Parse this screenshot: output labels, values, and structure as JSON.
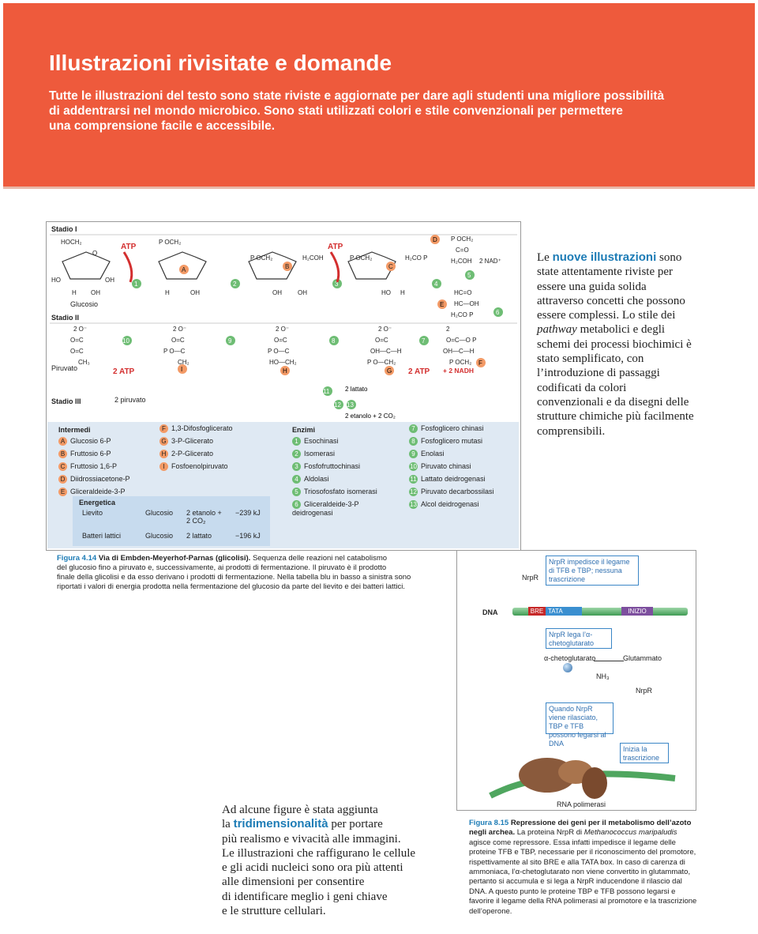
{
  "banner": {
    "title": "Illustrazioni rivisitate e domande",
    "intro_lines": [
      "Tutte le illustrazioni del testo sono state riviste e aggiornate per dare agli studenti una migliore possibilità",
      "di addentrarsi nel mondo microbico. Sono stati utilizzati colori e stile convenzionali per permettere",
      "una comprensione facile e accessibile."
    ]
  },
  "figure_glycolysis": {
    "stages": {
      "stage1": "Stadio I",
      "stage2": "Stadio II",
      "stage3": "Stadio III"
    },
    "labels": {
      "glucose": "Glucosio",
      "pyruvate": "Piruvato",
      "two_pyruvate": "2 piruvato",
      "atp": "ATP",
      "two_atp": "2 ATP",
      "nadh": "+ 2 NADH",
      "nad": "2 NAD⁺",
      "lactate": "2 lattato",
      "ethanol": "2 etanolo + 2 CO₂"
    },
    "intermediates_title": "Intermedi",
    "intermediates": [
      {
        "key": "A",
        "name": "Glucosio 6-P"
      },
      {
        "key": "B",
        "name": "Fruttosio 6-P"
      },
      {
        "key": "C",
        "name": "Fruttosio 1,6-P"
      },
      {
        "key": "D",
        "name": "Diidrossiacetone-P"
      },
      {
        "key": "E",
        "name": "Gliceraldeide-3-P"
      },
      {
        "key": "F",
        "name": "1,3-Difosfoglicerato"
      },
      {
        "key": "G",
        "name": "3-P-Glicerato"
      },
      {
        "key": "H",
        "name": "2-P-Glicerato"
      },
      {
        "key": "I",
        "name": "Fosfoenolpiruvato"
      }
    ],
    "enzymes_title": "Enzimi",
    "enzymes": [
      {
        "key": "1",
        "name": "Esochinasi"
      },
      {
        "key": "2",
        "name": "Isomerasi"
      },
      {
        "key": "3",
        "name": "Fosfofruttochinasi"
      },
      {
        "key": "4",
        "name": "Aldolasi"
      },
      {
        "key": "5",
        "name": "Triosofosfato isomerasi"
      },
      {
        "key": "6",
        "name": "Gliceraldeide-3-P deidrogenasi"
      },
      {
        "key": "7",
        "name": "Fosfoglicero chinasi"
      },
      {
        "key": "8",
        "name": "Fosfoglicero mutasi"
      },
      {
        "key": "9",
        "name": "Enolasi"
      },
      {
        "key": "10",
        "name": "Piruvato chinasi"
      },
      {
        "key": "11",
        "name": "Lattato deidrogenasi"
      },
      {
        "key": "12",
        "name": "Piruvato decarbossilasi"
      },
      {
        "key": "13",
        "name": "Alcol deidrogenasi"
      }
    ],
    "energetics": {
      "title": "Energetica",
      "rows": [
        {
          "organism": "Lievito",
          "substrate": "Glucosio",
          "product": "2 etanolo + 2 CO₂",
          "energy": "−239 kJ"
        },
        {
          "organism": "Batteri lattici",
          "substrate": "Glucosio",
          "product": "2 lattato",
          "energy": "−196 kJ"
        }
      ]
    },
    "caption_label": "Figura 4.14",
    "caption_title": "Via di Embden-Meyerhof-Parnas (glicolisi).",
    "caption_lines": [
      "Sequenza delle reazioni nel catabolismo",
      "del glucosio fino a piruvato e, successivamente, ai prodotti di fermentazione. Il piruvato è il prodotto",
      "finale della glicolisi e da esso derivano i prodotti di fermentazione. Nella tabella blu in basso a sinistra sono",
      "riportati i valori di energia prodotta nella fermentazione del glucosio da parte del lievito e dei batteri lattici."
    ]
  },
  "side_text": {
    "before": "Le ",
    "highlight": "nuove illustrazioni",
    "after": " sono state attentamente riviste per essere una guida solida attraverso concetti che possono essere complessi. Lo stile dei ",
    "italic": "pathway",
    "after2": " metabolici e degli schemi dei processi biochimici è stato semplificato, con l’introduzione di passaggi codificati da colori convenzionali e da disegni delle strutture chimiche più facilmente comprensibili."
  },
  "figure_nrpr": {
    "nrpr": "NrpR",
    "dna": "DNA",
    "bre": "BRE",
    "tata": "TATA",
    "start": "INIZIO",
    "note1": "NrpR impedisce il legame di TFB e TBP; nessuna trascrizione",
    "note2": "NrpR lega l’α-chetoglutarato",
    "akg": "α-chetoglutarato",
    "glutamate": "Glutammato",
    "nh3": "NH₃",
    "note3": "Quando NrpR viene rilasciato, TBP e TFB possono legarsi al DNA",
    "note4": "Inizia la trascrizione",
    "rnap": "RNA polimerasi"
  },
  "bottom_text": {
    "line1": "Ad alcune figure è stata aggiunta",
    "line2_before": "la ",
    "line2_highlight": "tridimensionalità",
    "line2_after": " per portare",
    "rest": [
      "più realismo e vivacità alle immagini.",
      "Le illustrazioni che raffigurano le cellule",
      "e gli acidi nucleici sono ora più attenti",
      "alle dimensioni per consentire",
      "di identificare meglio i geni chiave",
      "e le strutture cellulari."
    ]
  },
  "caption2": {
    "label": "Figura 8.15",
    "title": "Repressione dei geni per il metabolismo dell’azoto negli archea.",
    "text1": " La proteina NrpR di ",
    "species": "Methanococcus maripaludis",
    "text2": " agisce come repressore. Essa infatti impedisce il legame delle proteine TFB e TBP, necessarie per il riconoscimento del promotore, rispettivamente al sito BRE e alla TATA box. In caso di carenza di ammoniaca, l’α-chetoglutarato non viene convertito in glutammato, pertanto si accumula e si lega a NrpR inducendone il rilascio dal DNA. A questo punto le proteine TBP e TFB possono legarsi e favorire il legame della RNA polimerasi al promotore e la trascrizione dell’operone."
  },
  "colors": {
    "banner": "#ee5a3c",
    "accent_blue": "#1d7cb6",
    "atp_red": "#d32f2f",
    "intermediate_orange": "#f39a66",
    "enzyme_green": "#6ebd74",
    "legend_bg": "#dfe9f3"
  }
}
